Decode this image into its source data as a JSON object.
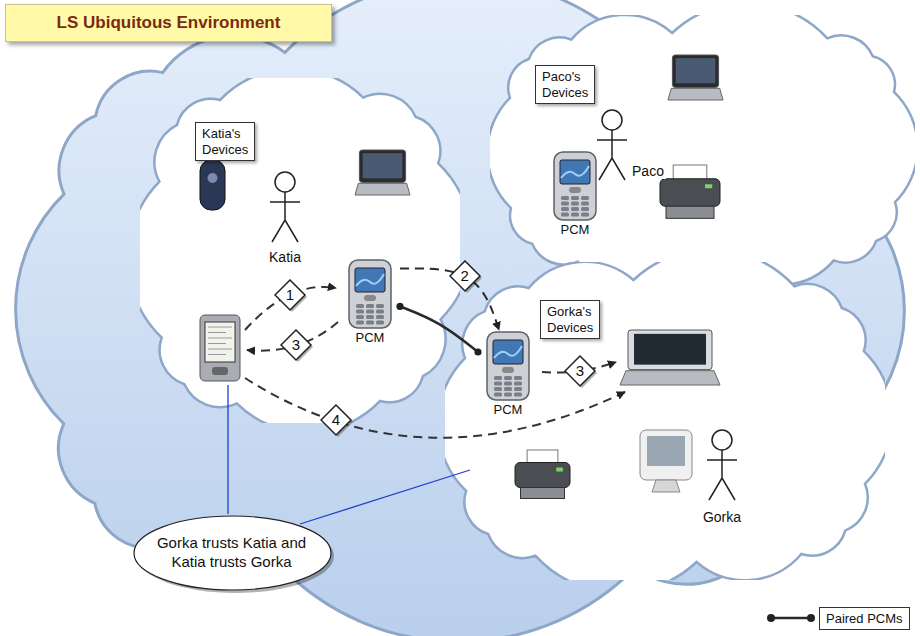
{
  "diagram": {
    "title": "LS Ubiquitous Environment",
    "nodes": [
      {
        "text": [
          "Katia's Devices"
        ]
      },
      {
        "text": [
          "PCM"
        ],
        "in": 0
      },
      {
        "text": [
          "Paco's Devices"
        ]
      },
      {
        "text": [
          "PCM"
        ],
        "in": 2
      },
      {
        "text": [
          "Gorka's Devices"
        ]
      },
      {
        "text": [
          "PCM"
        ],
        "in": 4
      },
      {
        "text": [
          "Gorka trusts Katia and Katia trusts Gorka"
        ]
      }
    ],
    "edges": [
      {
        "from": 1,
        "to": 5,
        "arrow": "none"
      },
      {
        "from": 1,
        "to": 5,
        "label": "2",
        "arrow": "to"
      }
    ],
    "labels": [
      "Katia",
      "1",
      "3",
      "4",
      "Paco",
      "3",
      "Gorka"
    ],
    "legend": [
      {
        "text": "Paired PCMs"
      }
    ]
  }
}
